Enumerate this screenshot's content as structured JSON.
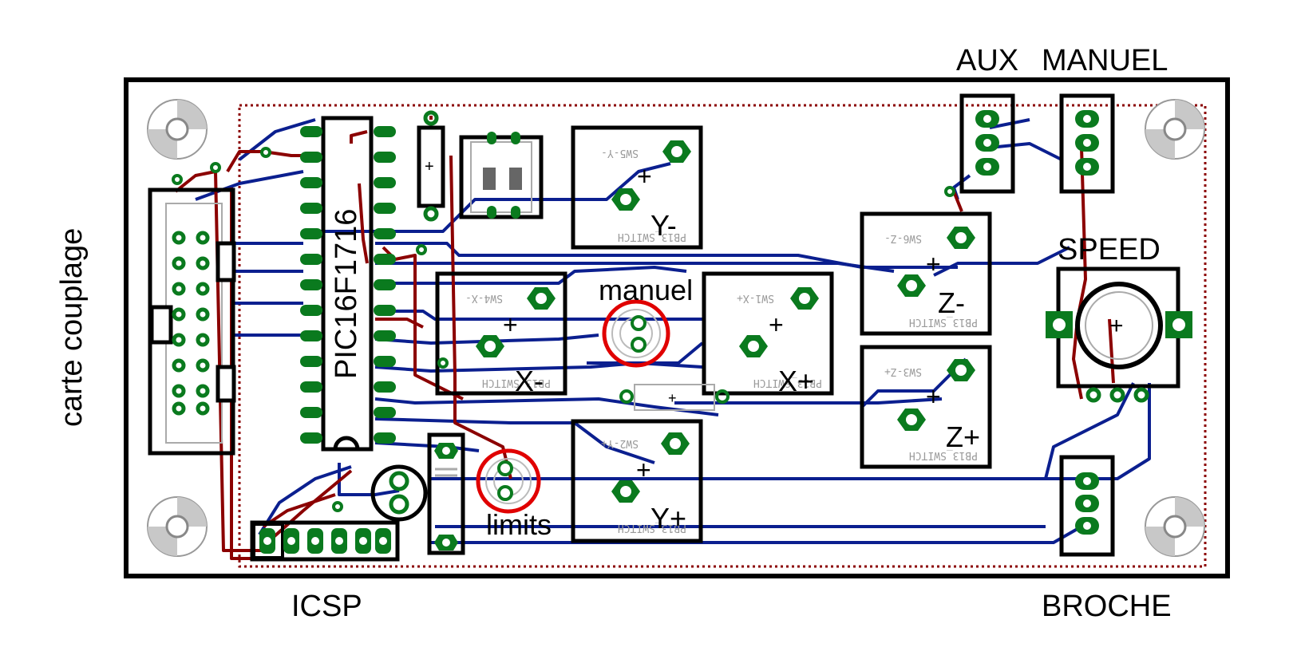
{
  "labels": {
    "left_side": "carte couplage",
    "aux": "AUX",
    "manuel_top": "MANUEL",
    "speed": "SPEED",
    "manuel_led": "manuel",
    "limits_led": "limits",
    "icsp": "ICSP",
    "broche": "BROCHE",
    "chip": "PIC16F1716"
  },
  "switches": [
    {
      "id": "y-minus",
      "label": "Y-",
      "silk_name": "SW5-Y-",
      "silk_part": "PB13_SWITCH"
    },
    {
      "id": "x-minus",
      "label": "X-",
      "silk_name": "SW4-X-",
      "silk_part": "PB13_SWITCH"
    },
    {
      "id": "x-plus",
      "label": "X+",
      "silk_name": "SW1-X+",
      "silk_part": "PB13_SWITCH"
    },
    {
      "id": "y-plus",
      "label": "Y+",
      "silk_name": "SW2-Y+",
      "silk_part": "PB13_SWITCH"
    },
    {
      "id": "z-minus",
      "label": "Z-",
      "silk_name": "SW6-Z-",
      "silk_part": "PB13_SWITCH"
    },
    {
      "id": "z-plus",
      "label": "Z+",
      "silk_name": "SW3-Z+",
      "silk_part": "PB13_SWITCH"
    }
  ],
  "colors": {
    "trace_top": "#8b0000",
    "trace_bottom": "#0b1f8f",
    "pad": "#0a7a1e",
    "outline": "#000000",
    "led_ring": "#e00000",
    "ground_fill": "#8b0000"
  }
}
